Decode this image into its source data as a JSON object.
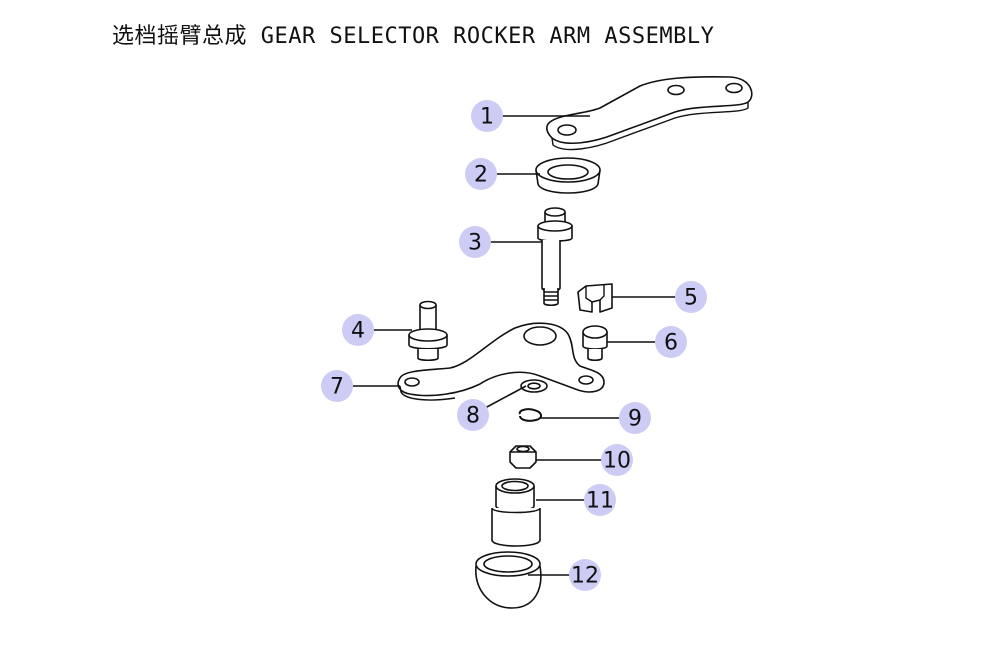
{
  "title": "选档摇臂总成 GEAR SELECTOR ROCKER ARM ASSEMBLY",
  "callouts": {
    "c1": "1",
    "c2": "2",
    "c3": "3",
    "c4": "4",
    "c5": "5",
    "c6": "6",
    "c7": "7",
    "c8": "8",
    "c9": "9",
    "c10": "10",
    "c11": "11",
    "c12": "12"
  },
  "colors": {
    "callout_fill": "#ccccf5",
    "line": "#111111"
  }
}
